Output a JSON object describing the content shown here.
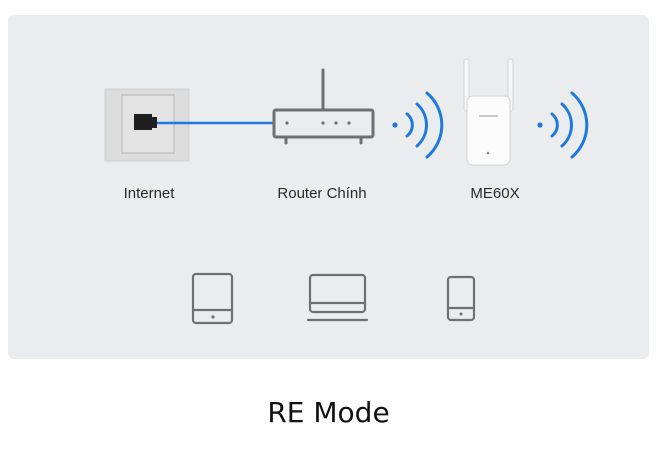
{
  "diagram": {
    "nodes": [
      {
        "id": "internet",
        "label": "Internet",
        "icon": "wall-ethernet-port-icon"
      },
      {
        "id": "main-router",
        "label": "Router Chính",
        "icon": "router-icon"
      },
      {
        "id": "extender",
        "label": "ME60X",
        "icon": "range-extender-icon"
      }
    ],
    "clients": [
      {
        "icon": "tablet-icon"
      },
      {
        "icon": "laptop-icon"
      },
      {
        "icon": "smartphone-icon"
      }
    ],
    "wifi_signals": [
      {
        "icon": "wifi-signal-icon"
      },
      {
        "icon": "wifi-signal-icon"
      }
    ],
    "colors": {
      "panel_background": "#ebeced",
      "cable": "#1f7ae0",
      "wifi": "#1f7ae0",
      "device_outline": "#707070"
    }
  },
  "caption": "RE Mode"
}
